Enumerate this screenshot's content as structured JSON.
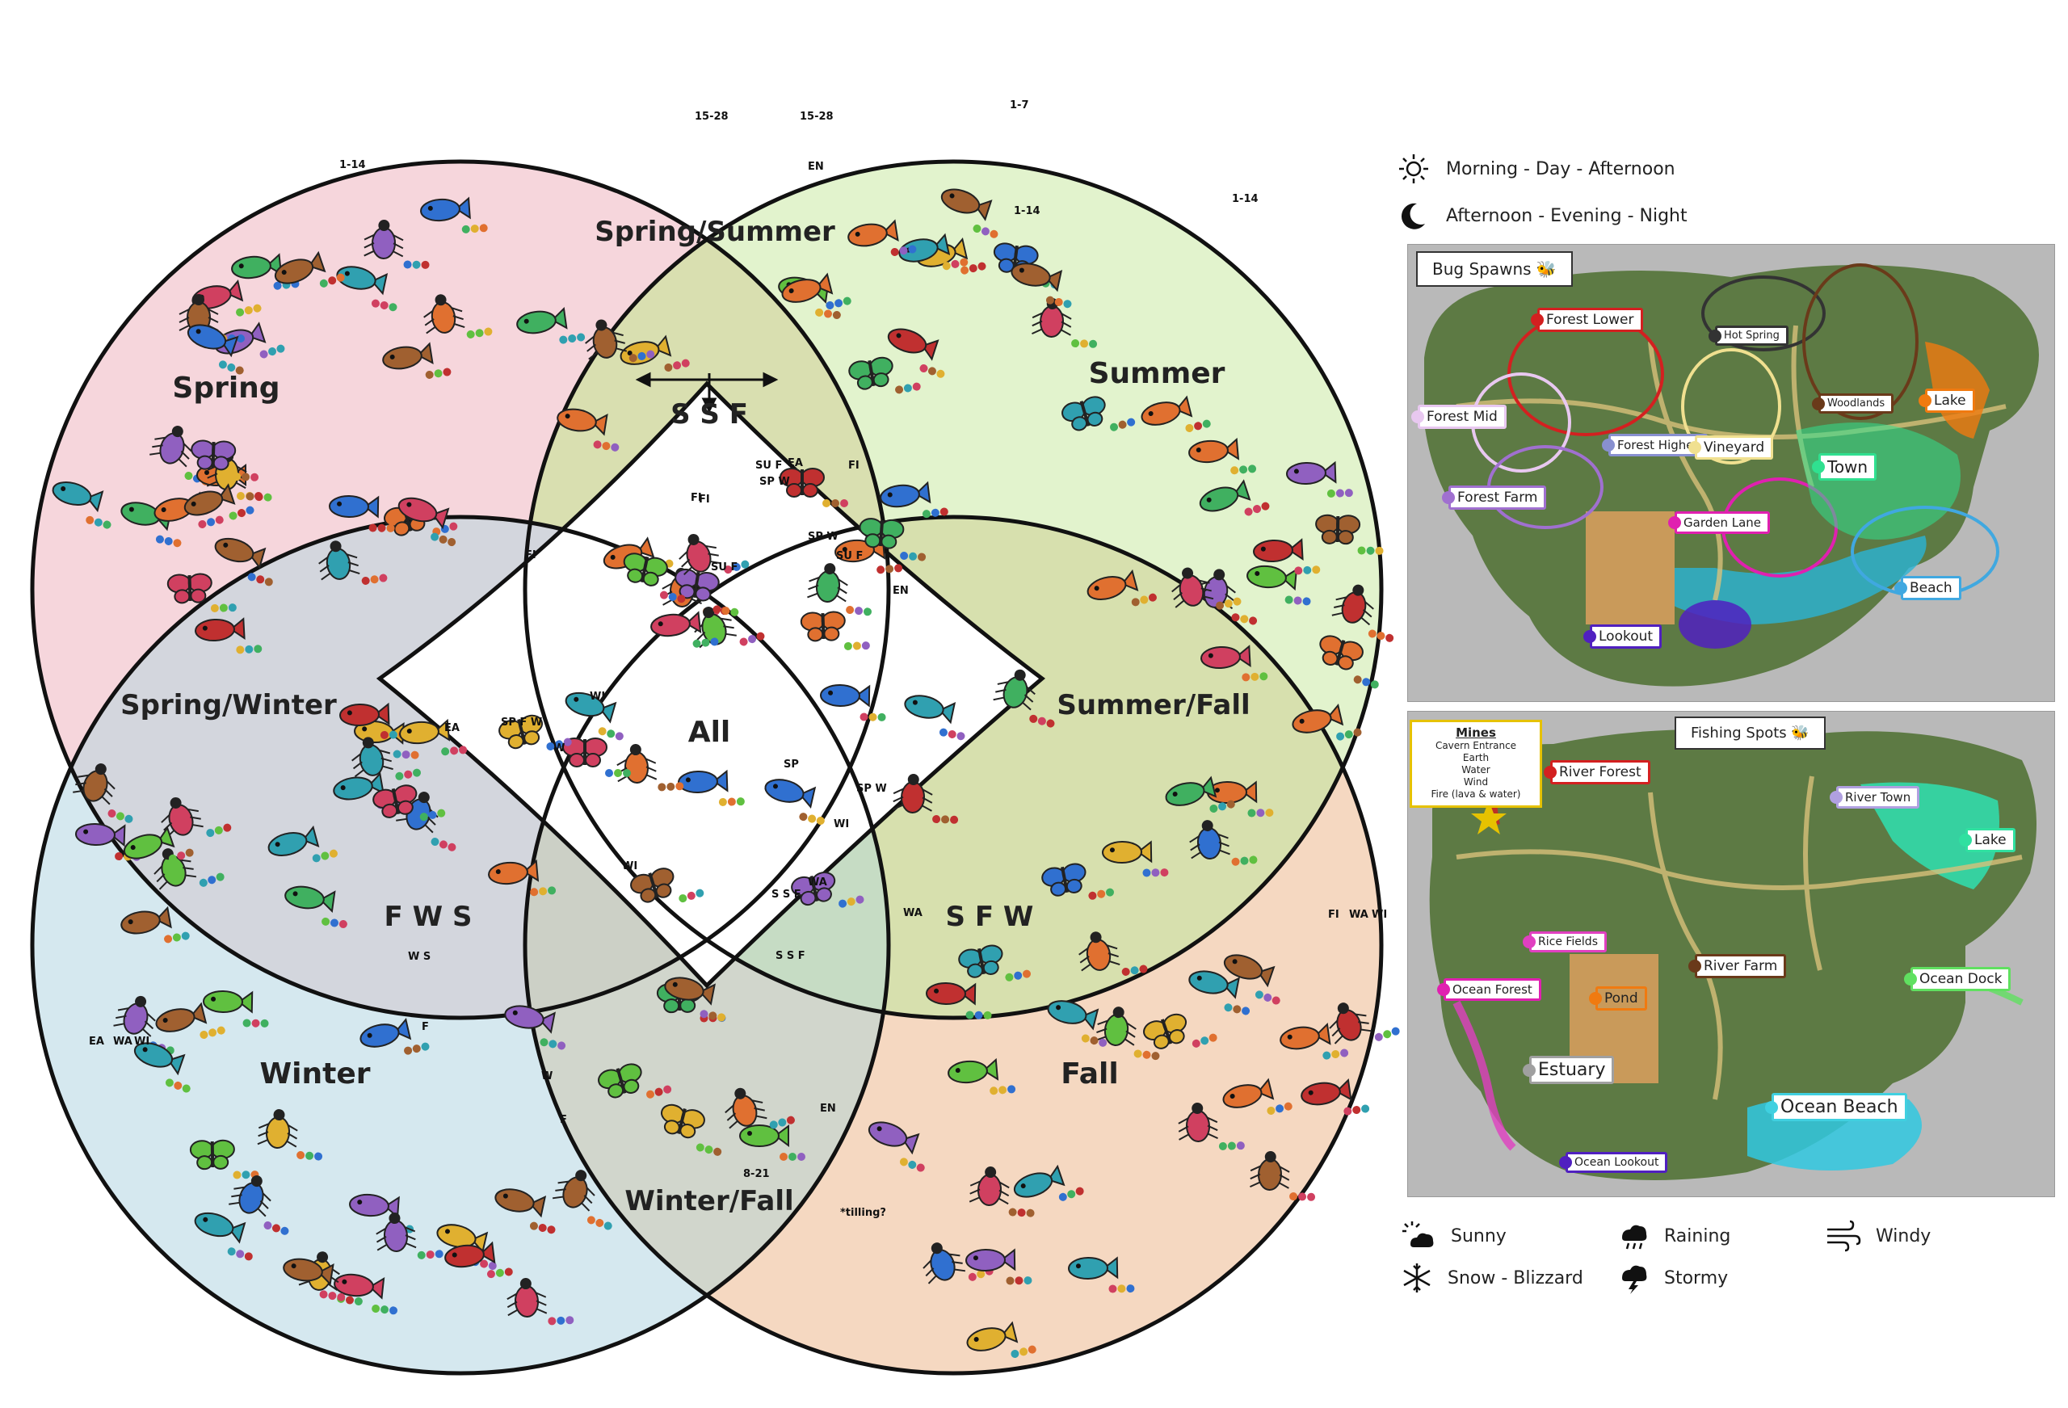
{
  "venn": {
    "regions": {
      "spring": "Spring",
      "summer": "Summer",
      "winter": "Winter",
      "fall": "Fall",
      "spring_summer": "Spring/Summer",
      "spring_winter": "Spring/Winter",
      "summer_fall": "Summer/Fall",
      "winter_fall": "Winter/Fall",
      "ssf": "S S F",
      "fws": "F W S",
      "sfw": "S F W",
      "all": "All"
    },
    "small_labels": [
      "15-28",
      "15-28",
      "1-14",
      "1-7",
      "1-14",
      "1-14",
      "EN",
      "SU F",
      "EA",
      "SP W",
      "FI",
      "FI",
      "SP W",
      "SU F",
      "SU F",
      "FI",
      "EN",
      "FI",
      "WI",
      "SP F W",
      "EA",
      "W",
      "SP",
      "WI",
      "SP W",
      "WI",
      "WA",
      "S S F",
      "WA",
      "S S F",
      "W S",
      "F",
      "EA",
      "WA",
      "WI",
      "FI",
      "WA",
      "WI",
      "W",
      "F",
      "EN",
      "8-21",
      "*tilling?"
    ],
    "colors": {
      "spring": "#f6d6dc",
      "summer": "#e2f3cd",
      "winter": "#d5e8ef",
      "fall": "#f5d8c1",
      "spring_summer": "#d9dfb0",
      "spring_winter": "#d3d6dd",
      "summer_fall": "#d7e0ae",
      "winter_fall": "#d1d6cc",
      "ssf": "#d5d8a8",
      "fws": "#ccd0c6",
      "sfw": "#c6dcc4",
      "all": "#ffffff"
    }
  },
  "legend_time": {
    "day": {
      "icon": "sun-icon",
      "label": "Morning - Day - Afternoon"
    },
    "night": {
      "icon": "moon-icon",
      "label": "Afternoon - Evening - Night"
    }
  },
  "bug_map": {
    "title": "Bug Spawns",
    "locations": [
      {
        "name": "Forest Lower",
        "color": "#d32020"
      },
      {
        "name": "Hot Spring",
        "color": "#333333"
      },
      {
        "name": "Forest Mid",
        "color": "#e8c8f0"
      },
      {
        "name": "Forest Higher",
        "color": "#8890d0"
      },
      {
        "name": "Vineyard",
        "color": "#f0e090"
      },
      {
        "name": "Woodlands",
        "color": "#6a3a1a"
      },
      {
        "name": "Lake",
        "color": "#f07a10"
      },
      {
        "name": "Town",
        "color": "#30e090"
      },
      {
        "name": "Forest Farm",
        "color": "#a070d0"
      },
      {
        "name": "Garden Lane",
        "color": "#e020b0"
      },
      {
        "name": "Beach",
        "color": "#40a8e0"
      },
      {
        "name": "Lookout",
        "color": "#5020c0"
      }
    ]
  },
  "fish_map": {
    "title": "Fishing Spots",
    "mines": {
      "title": "Mines",
      "lines": [
        "Cavern Entrance",
        "Earth",
        "Water",
        "Wind",
        "Fire (lava & water)"
      ]
    },
    "locations": [
      {
        "name": "River Forest",
        "color": "#d32020"
      },
      {
        "name": "River Town",
        "color": "#b0a0e0"
      },
      {
        "name": "Lake",
        "color": "#30e0a0"
      },
      {
        "name": "Rice Fields",
        "color": "#e040c0"
      },
      {
        "name": "River Farm",
        "color": "#6a3a1a"
      },
      {
        "name": "Ocean Dock",
        "color": "#60e060"
      },
      {
        "name": "Ocean Forest",
        "color": "#e020b0"
      },
      {
        "name": "Pond",
        "color": "#f07a10"
      },
      {
        "name": "Estuary",
        "color": "#a0a0a0"
      },
      {
        "name": "Ocean Beach",
        "color": "#40d0e0"
      },
      {
        "name": "Ocean Lookout",
        "color": "#5020c0"
      }
    ]
  },
  "legend_weather": {
    "sunny": {
      "icon": "sunny-weather-icon",
      "label": "Sunny"
    },
    "raining": {
      "icon": "rain-cloud-icon",
      "label": "Raining"
    },
    "windy": {
      "icon": "wind-icon",
      "label": "Windy"
    },
    "snow": {
      "icon": "snowflake-icon",
      "label": "Snow - Blizzard"
    },
    "stormy": {
      "icon": "storm-cloud-icon",
      "label": "Stormy"
    }
  }
}
